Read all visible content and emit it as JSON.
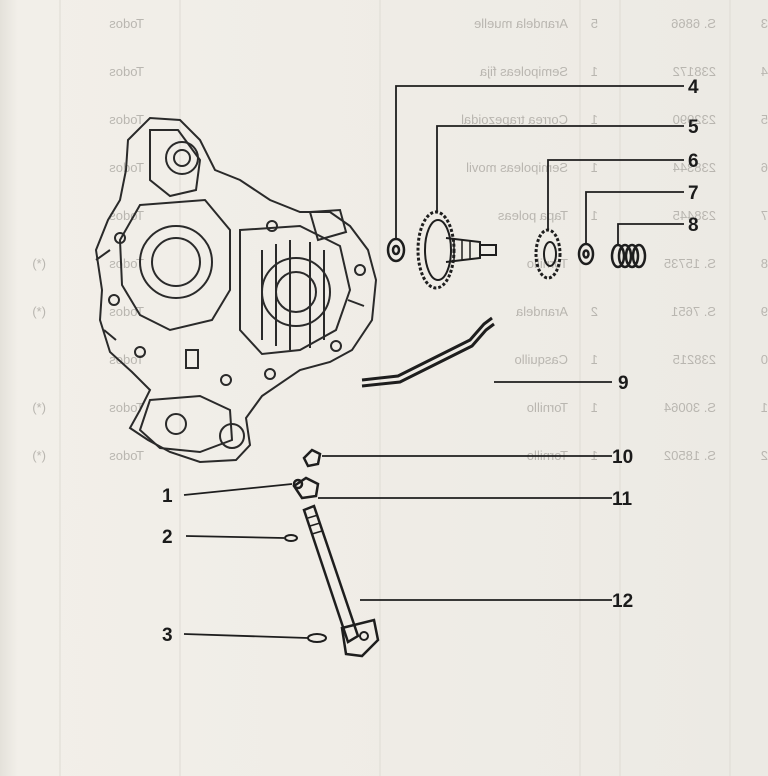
{
  "callouts": [
    {
      "id": "1",
      "label": "1"
    },
    {
      "id": "2",
      "label": "2"
    },
    {
      "id": "3",
      "label": "3"
    },
    {
      "id": "4",
      "label": "4"
    },
    {
      "id": "5",
      "label": "5"
    },
    {
      "id": "6",
      "label": "6"
    },
    {
      "id": "7",
      "label": "7"
    },
    {
      "id": "8",
      "label": "8"
    },
    {
      "id": "9",
      "label": "9"
    },
    {
      "id": "10",
      "label": "10"
    },
    {
      "id": "11",
      "label": "11"
    },
    {
      "id": "12",
      "label": "12"
    }
  ],
  "bleed_table": {
    "rows": [
      {
        "code": "S. 6866",
        "qty": "5",
        "desc": "Arandela muelle",
        "scope": "Todos",
        "note": ""
      },
      {
        "code": "238172",
        "qty": "1",
        "desc": "Semipoleas fija",
        "scope": "Todos",
        "note": ""
      },
      {
        "code": "232990",
        "qty": "1",
        "desc": "Correa trapezoidal",
        "scope": "Todos",
        "note": ""
      },
      {
        "code": "238344",
        "qty": "1",
        "desc": "Semipoleas movil",
        "scope": "Todos",
        "note": ""
      },
      {
        "code": "238445",
        "qty": "1",
        "desc": "Tapa poleas",
        "scope": "Todos",
        "note": ""
      },
      {
        "code": "S. 15735",
        "qty": "",
        "desc": "Tornillo",
        "scope": "Todos",
        "note": "(*)"
      },
      {
        "code": "S. 7651",
        "qty": "2",
        "desc": "Arandela",
        "scope": "Todos",
        "note": "(*)"
      },
      {
        "code": "238215",
        "qty": "1",
        "desc": "Casquillo",
        "scope": "Todos",
        "note": ""
      },
      {
        "code": "S. 30064",
        "qty": "1",
        "desc": "Tornillo",
        "scope": "Todos",
        "note": "(*)"
      },
      {
        "code": "S. 18502",
        "qty": "1",
        "desc": "Tornillo",
        "scope": "Todos",
        "note": "(*)"
      }
    ],
    "edge_numbers": [
      "3",
      "4",
      "5",
      "6",
      "7",
      "8",
      "9",
      "0",
      "1",
      "2"
    ]
  }
}
